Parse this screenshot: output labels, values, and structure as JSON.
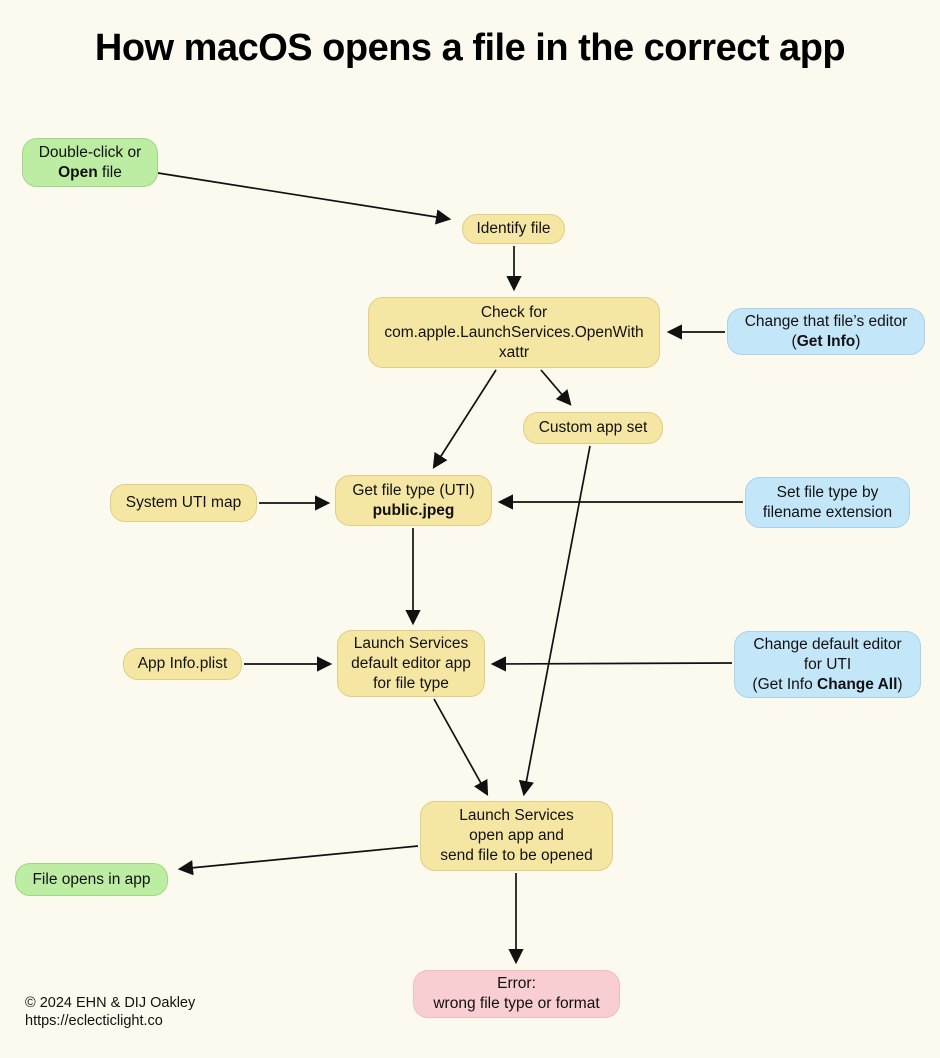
{
  "title": "How macOS opens a file in the correct app",
  "nodes": {
    "double_click": {
      "line1": "Double-click or",
      "line2_bold": "Open",
      "line2_rest": " file"
    },
    "identify": {
      "label": "Identify file"
    },
    "check_xattr": {
      "line1": "Check for",
      "line2": "com.apple.LaunchServices.OpenWith",
      "line3": "xattr"
    },
    "change_file_editor": {
      "line1": "Change that file’s editor",
      "line2_pre": "(",
      "line2_bold": "Get Info",
      "line2_post": ")"
    },
    "custom_app_set": {
      "label": "Custom app set"
    },
    "system_uti_map": {
      "label": "System UTI map"
    },
    "get_file_type": {
      "line1": "Get file type (UTI)",
      "line2_bold": "public.jpeg"
    },
    "set_file_type": {
      "line1": "Set file type by",
      "line2": "filename extension"
    },
    "app_info_plist": {
      "label": "App Info.plist"
    },
    "ls_default_editor": {
      "line1": "Launch Services",
      "line2": "default editor app",
      "line3": "for file type"
    },
    "change_default_editor": {
      "line1": "Change default editor",
      "line2": "for UTI",
      "line3_pre": "(Get Info ",
      "line3_bold": "Change All",
      "line3_post": ")"
    },
    "ls_open_app": {
      "line1": "Launch Services",
      "line2": "open app and",
      "line3": "send file to be opened"
    },
    "file_opens": {
      "label": "File opens in app"
    },
    "error": {
      "line1": "Error:",
      "line2": "wrong file type or format"
    }
  },
  "edges": [
    {
      "from": "double_click",
      "to": "identify"
    },
    {
      "from": "identify",
      "to": "check_xattr"
    },
    {
      "from": "check_xattr",
      "to": "get_file_type"
    },
    {
      "from": "check_xattr",
      "to": "custom_app_set"
    },
    {
      "from": "change_file_editor",
      "to": "check_xattr"
    },
    {
      "from": "system_uti_map",
      "to": "get_file_type"
    },
    {
      "from": "set_file_type",
      "to": "get_file_type"
    },
    {
      "from": "custom_app_set",
      "to": "ls_open_app"
    },
    {
      "from": "get_file_type",
      "to": "ls_default_editor"
    },
    {
      "from": "app_info_plist",
      "to": "ls_default_editor"
    },
    {
      "from": "change_default_editor",
      "to": "ls_default_editor"
    },
    {
      "from": "ls_default_editor",
      "to": "ls_open_app"
    },
    {
      "from": "ls_open_app",
      "to": "file_opens"
    },
    {
      "from": "ls_open_app",
      "to": "error"
    }
  ],
  "footer": {
    "line1": "© 2024 EHN & DIJ Oakley",
    "line2": "https://eclecticlight.co"
  },
  "colors": {
    "background": "#FCF9EE",
    "node_yellow": "#F5E7A3",
    "node_green": "#BCEDA3",
    "node_blue": "#C4E6F9",
    "node_pink": "#F8CED2",
    "arrow": "#111111"
  }
}
